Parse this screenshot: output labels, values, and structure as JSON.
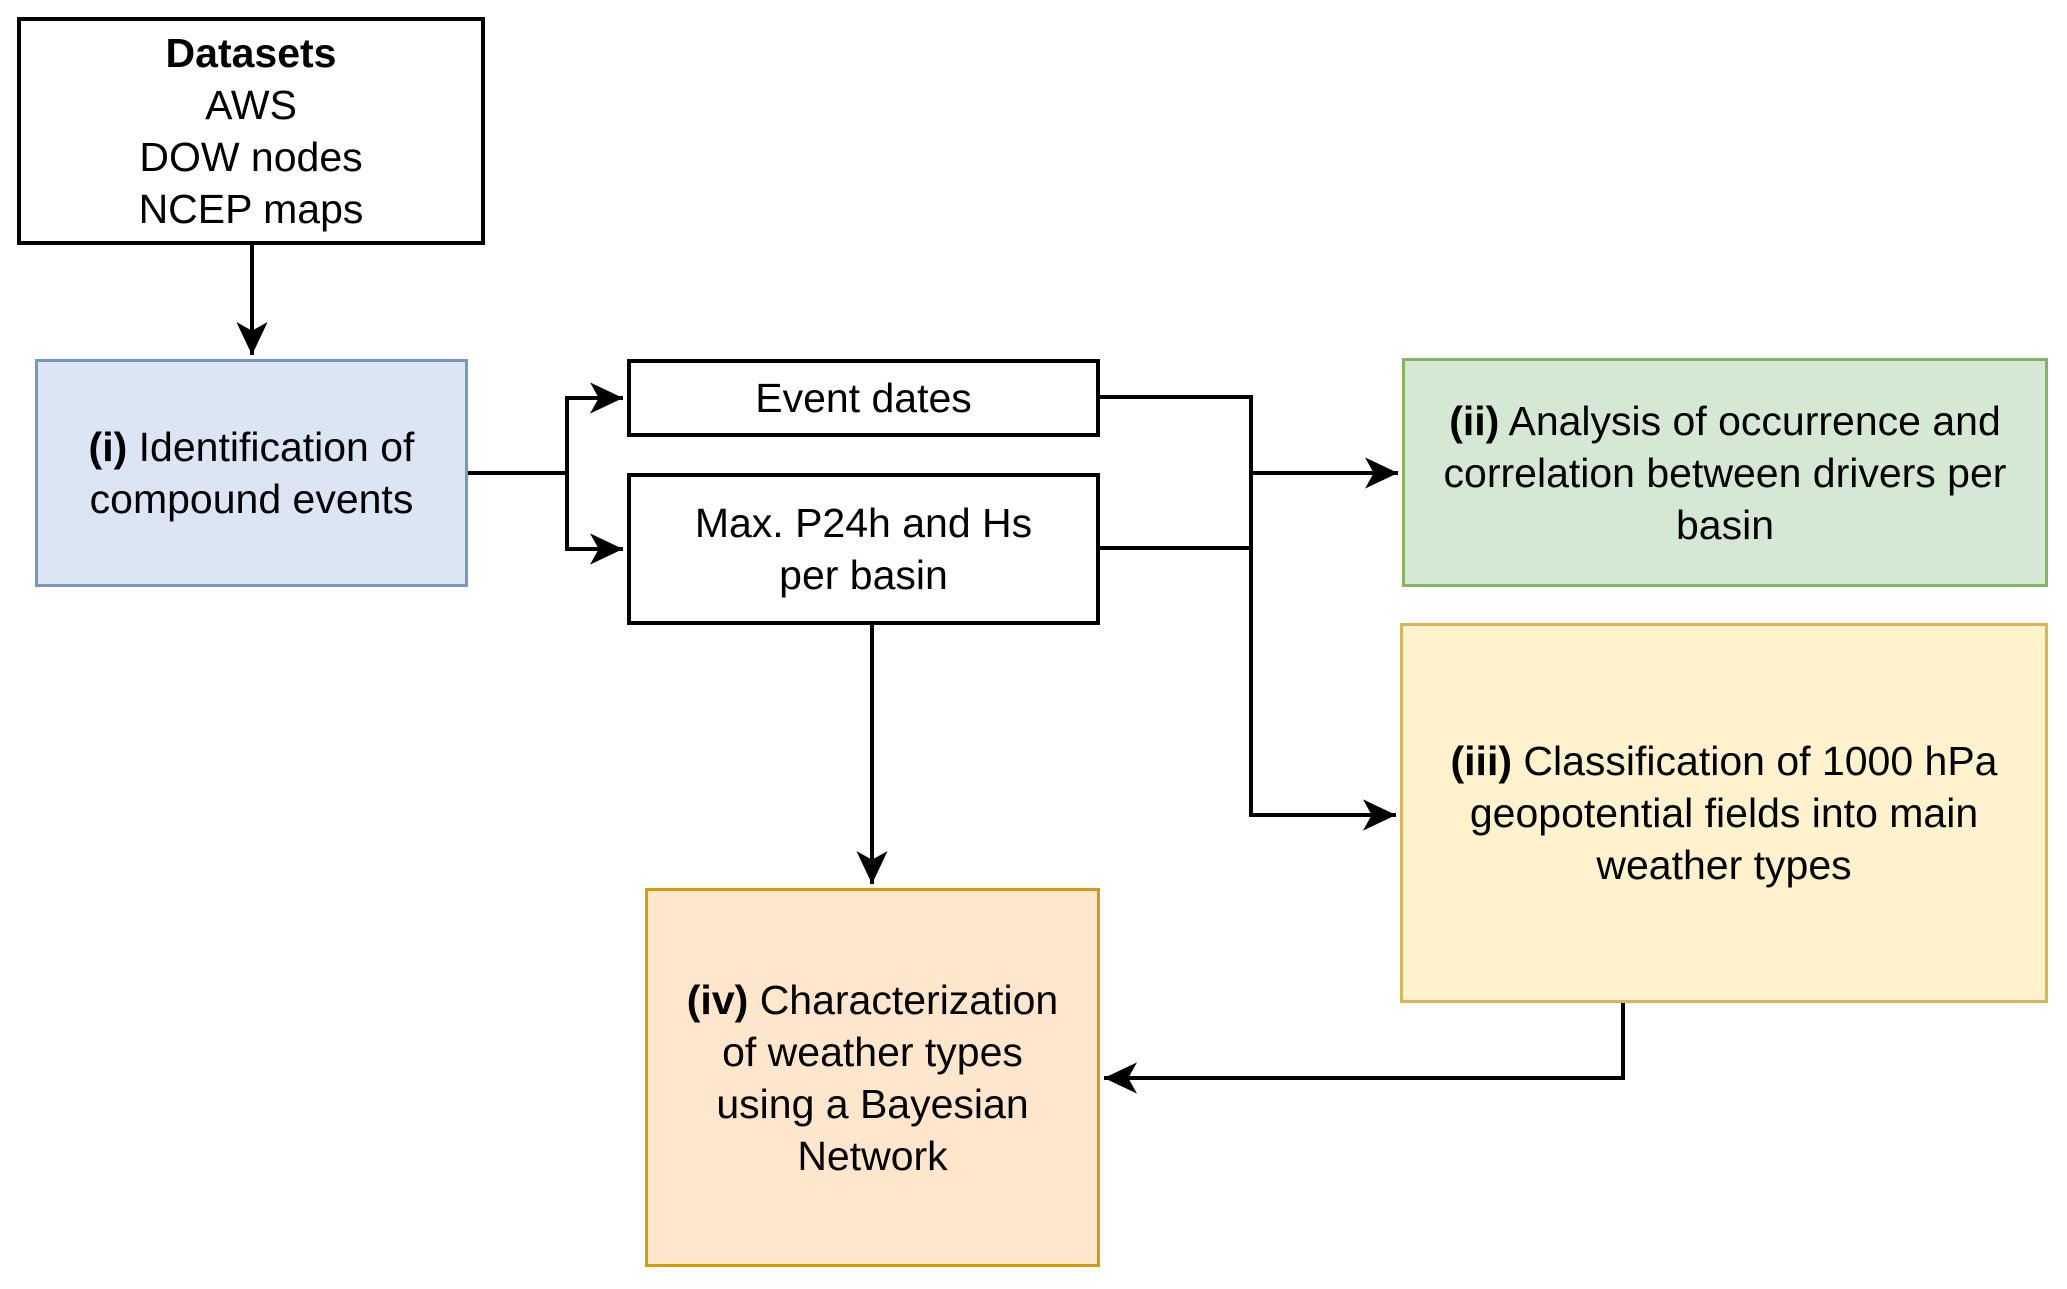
{
  "nodes": {
    "datasets": {
      "title": "Datasets",
      "items": [
        "AWS",
        "DOW nodes",
        "NCEP maps"
      ]
    },
    "step_i": {
      "prefix": "(i)",
      "lines": [
        "Identification of",
        "compound events"
      ]
    },
    "event_dates": {
      "label": "Event dates"
    },
    "max_p24h": {
      "lines": [
        "Max. P24h and Hs",
        "per basin"
      ]
    },
    "step_ii": {
      "prefix": "(ii)",
      "lines": [
        "Analysis of occurrence and",
        "correlation between drivers per",
        "basin"
      ]
    },
    "step_iii": {
      "prefix": "(iii)",
      "lines": [
        "Classification of 1000 hPa",
        "geopotential fields into main",
        "weather types"
      ]
    },
    "step_iv": {
      "prefix": "(iv)",
      "lines": [
        "Characterization",
        "of weather types",
        "using a Bayesian",
        "Network"
      ]
    }
  },
  "colors": {
    "background": "#ffffff",
    "text": "#000000",
    "connector": "#000000",
    "white_box_fill": "#ffffff",
    "white_box_border": "#000000",
    "step_i_fill": "#dbe5f4",
    "step_i_border": "#7b96c5",
    "step_ii_fill": "#d5e8d4",
    "step_ii_border": "#82b366",
    "step_iii_fill": "#fff2cc",
    "step_iii_border": "#d6b656",
    "step_iv_fill": "#ffe6cc",
    "step_iv_border": "#d79b00"
  }
}
